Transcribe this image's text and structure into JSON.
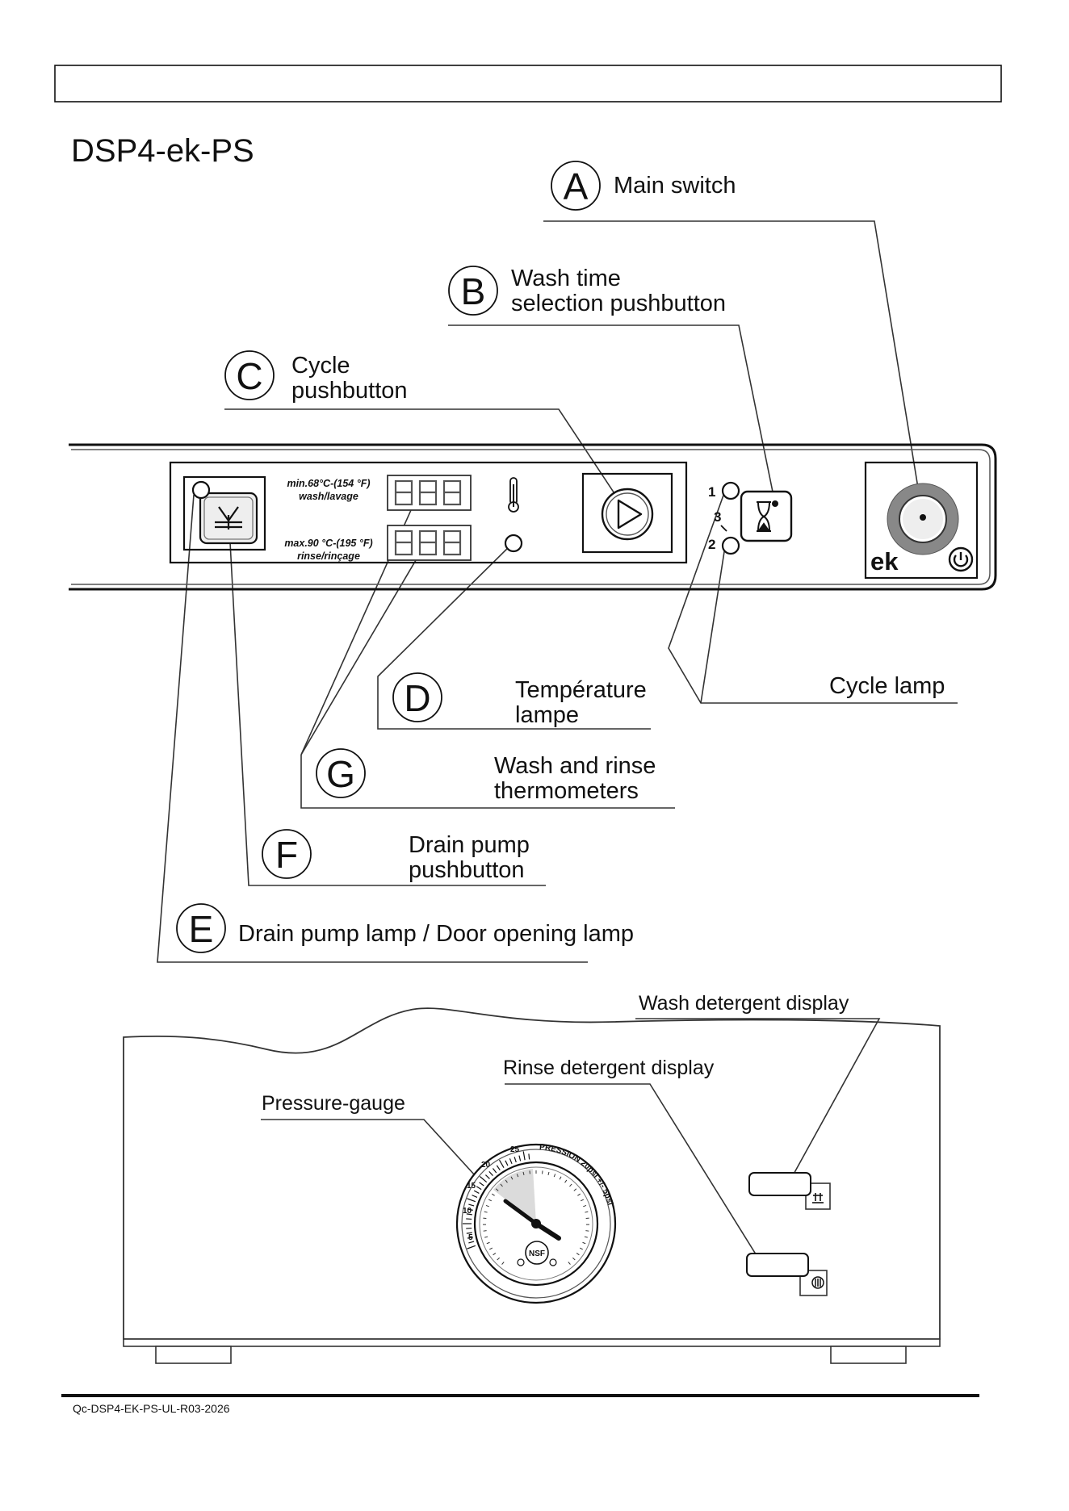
{
  "title": "DSP4-ek-PS",
  "footer_code": "Qc-DSP4-EK-PS-UL-R03-2026",
  "callouts": [
    {
      "letter": "A",
      "line1": "Main switch",
      "line2": ""
    },
    {
      "letter": "B",
      "line1": "Wash time",
      "line2": "selection pushbutton"
    },
    {
      "letter": "C",
      "line1": "Cycle",
      "line2": "pushbutton"
    },
    {
      "letter": "D",
      "line1": "Température",
      "line2": "lampe"
    },
    {
      "letter": "G",
      "line1": "Wash and rinse",
      "line2": "thermometers"
    },
    {
      "letter": "F",
      "line1": "Drain pump",
      "line2": "pushbutton"
    },
    {
      "letter": "E",
      "line1": "Drain pump lamp / Door opening lamp",
      "line2": ""
    }
  ],
  "cycle_lamp_label": "Cycle lamp",
  "panel": {
    "wash_temp": "min.68°C-(154 °F)",
    "wash_name": "wash/lavage",
    "rinse_temp": "max.90 °C-(195 °F)",
    "rinse_name": "rinse/rinçage",
    "lamp_numbers": [
      "1",
      "3",
      "2"
    ],
    "brand": "ek"
  },
  "lower_labels": {
    "wash_detergent": "Wash detergent display",
    "rinse_detergent": "Rinse detergent display",
    "pressure_gauge": "Pressure-gauge"
  },
  "gauge": {
    "arc_text": "PRESSION 20psi +/- 5psi",
    "outer_ticks": [
      "5",
      "10",
      "15",
      "20",
      "25"
    ],
    "badge": "NSF"
  }
}
